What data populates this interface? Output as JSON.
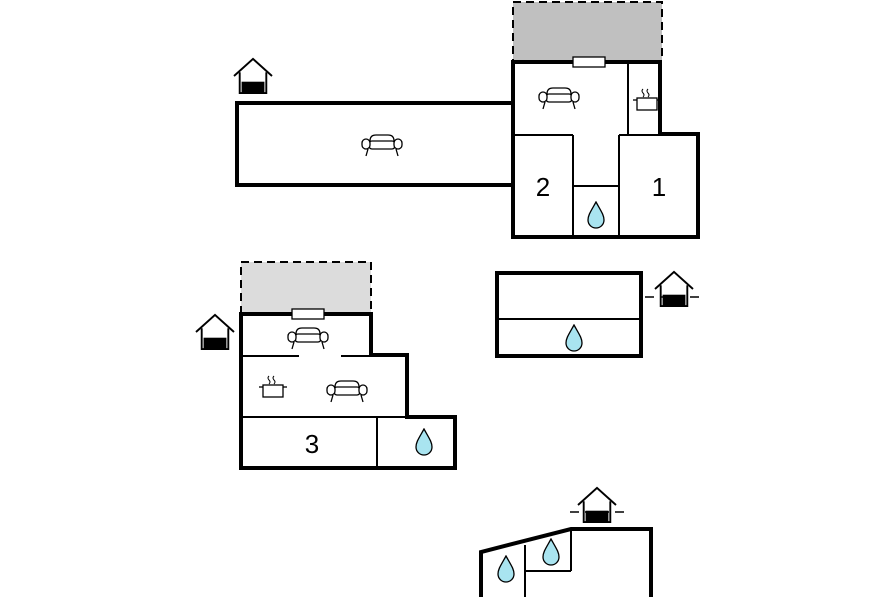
{
  "colors": {
    "wall": "#000000",
    "terrace_dark": "#c0c0c0",
    "terrace_light": "#dcdcdc",
    "water": "#a9e4f0"
  },
  "floors": [
    {
      "id": "floor-a",
      "rooms": [
        {
          "label": "2"
        },
        {
          "label": "1"
        }
      ],
      "icons": [
        "sofa-icon",
        "sofa-icon",
        "cooking-pot-icon",
        "water-drop-icon",
        "house-entrance-icon"
      ]
    },
    {
      "id": "floor-b",
      "rooms": [],
      "icons": [
        "water-drop-icon",
        "house-entrance-icon"
      ]
    },
    {
      "id": "floor-c",
      "rooms": [
        {
          "label": "3"
        }
      ],
      "icons": [
        "sofa-icon",
        "sofa-icon",
        "cooking-pot-icon",
        "water-drop-icon",
        "house-entrance-icon"
      ]
    },
    {
      "id": "floor-d",
      "rooms": [],
      "icons": [
        "water-drop-icon",
        "water-drop-icon",
        "house-entrance-icon"
      ]
    }
  ]
}
